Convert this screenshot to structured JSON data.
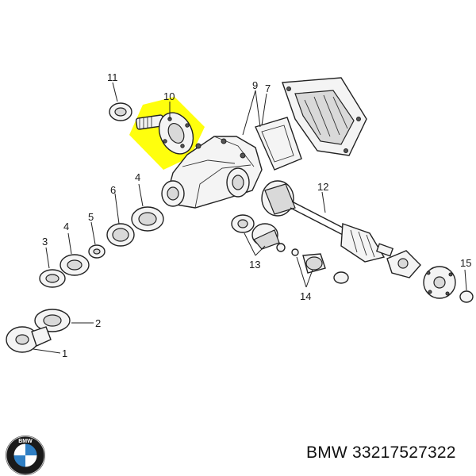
{
  "diagram": {
    "callouts": {
      "c1": "1",
      "c2": "2",
      "c3": "3",
      "c4a": "4",
      "c4b": "4",
      "c5": "5",
      "c6": "6",
      "c7": "7",
      "c9": "9",
      "c10": "10",
      "c11": "11",
      "c12": "12",
      "c13": "13",
      "c14": "14",
      "c15": "15"
    },
    "highlight_color": "#ffff00"
  },
  "footer": {
    "part_label": "BMW 33217527322",
    "logo_icon": "bmw-roundel-icon",
    "logo_text": "BMW"
  }
}
